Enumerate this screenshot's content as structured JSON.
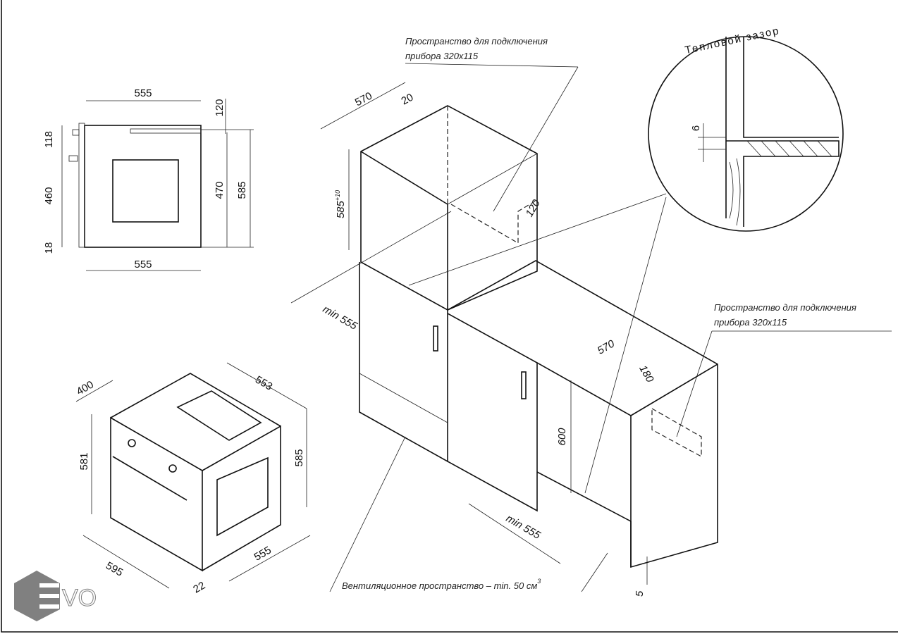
{
  "front_view": {
    "width_top": "555",
    "width_bottom": "555",
    "h_118": "118",
    "h_460": "460",
    "h_18": "18",
    "h_120": "120",
    "h_470": "470",
    "h_585": "585"
  },
  "iso_oven": {
    "d_400": "400",
    "d_553": "553",
    "h_581": "581",
    "h_585": "585",
    "w_595": "595",
    "d_555": "555",
    "d_22": "22"
  },
  "cabinet": {
    "d_570_top": "570",
    "d_20": "20",
    "h_585": "585",
    "h_585_tol": "+10",
    "d_120": "120",
    "min_555_top": "min 555",
    "d_570_right": "570",
    "d_180": "180",
    "h_600": "600",
    "min_555_bottom": "min 555",
    "h_5": "5"
  },
  "notes": {
    "connection_space_top": [
      "Пространство для подключения",
      "прибора 320x115"
    ],
    "connection_space_right": [
      "Пространство для подключения",
      "прибора 320x115"
    ],
    "thermal_gap": "Тепловой зазор",
    "thermal_gap_dim": "6",
    "ventilation": "Вентиляционное пространство – min. 50 см",
    "ventilation_sup": "3"
  },
  "logo": {
    "text": "EVO",
    "color": "#808080"
  }
}
